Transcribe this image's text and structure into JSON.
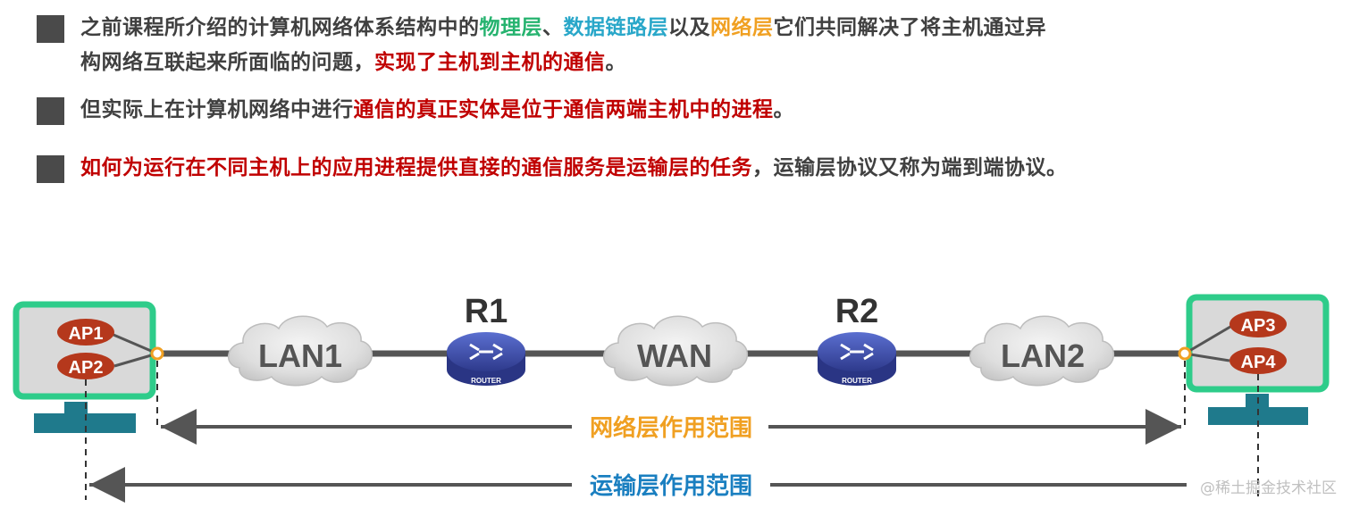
{
  "bullets": [
    {
      "lines": [
        [
          {
            "text": "之前课程所介绍的计算机网络体系结构中的",
            "color": "default"
          },
          {
            "text": "物理层",
            "color": "green"
          },
          {
            "text": "、",
            "color": "default"
          },
          {
            "text": "数据链路层",
            "color": "cyan"
          },
          {
            "text": "以及",
            "color": "default"
          },
          {
            "text": "网络层",
            "color": "orange"
          },
          {
            "text": "它们共同解决了将主机通过异",
            "color": "default"
          }
        ],
        [
          {
            "text": "构网络互联起来所面临的问题，",
            "color": "default"
          },
          {
            "text": "实现了主机到主机的通信",
            "color": "red"
          },
          {
            "text": "。",
            "color": "default"
          }
        ]
      ]
    },
    {
      "lines": [
        [
          {
            "text": "但实际上在计算机网络中进行",
            "color": "default"
          },
          {
            "text": "通信的真正实体是位于通信两端主机中的进程",
            "color": "red"
          },
          {
            "text": "。",
            "color": "default"
          }
        ]
      ]
    },
    {
      "lines": [
        [
          {
            "text": "如何为运行在不同主机上的应用进程提供直接的通信服务是运输层的任务",
            "color": "red"
          },
          {
            "text": "，运输层协议又称为端到端协议。",
            "color": "default"
          }
        ]
      ]
    }
  ],
  "diagram": {
    "left_host": {
      "processes": [
        "AP1",
        "AP2"
      ]
    },
    "right_host": {
      "processes": [
        "AP3",
        "AP4"
      ]
    },
    "routers": [
      {
        "name": "R1",
        "caption": "ROUTER"
      },
      {
        "name": "R2",
        "caption": "ROUTER"
      }
    ],
    "clouds": [
      "LAN1",
      "WAN",
      "LAN2"
    ],
    "network_scope_label": "网络层作用范围",
    "transport_scope_label": "运输层作用范围",
    "colors": {
      "host_frame": "#2ecc8a",
      "process_fill": "#b5381c",
      "router_fill": "#3b4aa8",
      "link": "#555555",
      "network_label": "#f0a022",
      "transport_label": "#1a7fc0"
    }
  },
  "watermark": "@稀土掘金技术社区"
}
